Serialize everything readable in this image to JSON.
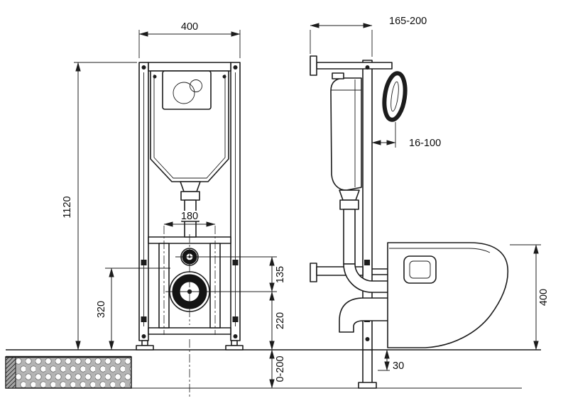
{
  "drawing": {
    "dims": {
      "frame_width": "400",
      "install_depth": "165-200",
      "frame_height": "1120",
      "supply_height": "320",
      "bolt_spacing": "180",
      "flush_to_outlet": "135",
      "outlet_height": "220",
      "foot_adjust": "0-200",
      "wall_offset": "16-100",
      "outlet_inset": "30",
      "bowl_height": "400"
    },
    "colors": {
      "line": "#1c1c1c",
      "floor_fill": "#b4b4b4"
    }
  }
}
